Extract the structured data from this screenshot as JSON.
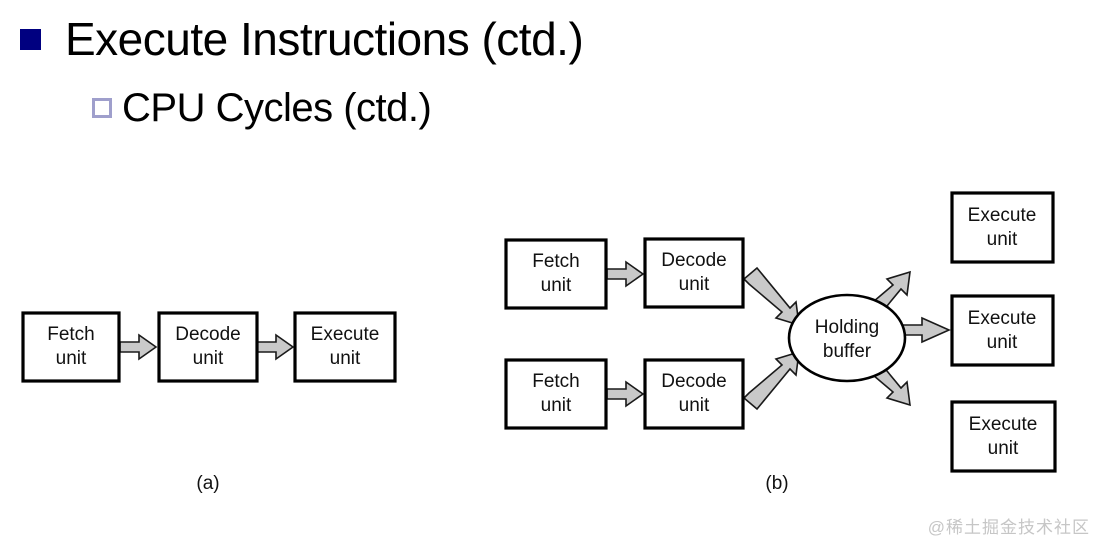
{
  "slide": {
    "title": "Execute Instructions (ctd.)",
    "subtitle": "CPU Cycles (ctd.)",
    "bullet_filled_color": "#000080",
    "bullet_hollow_color": "#9f9fcc",
    "background_color": "#ffffff"
  },
  "watermark": {
    "text": "@稀土掘金技术社区",
    "color": "#c6c6c6"
  },
  "figures": [
    {
      "id": "figure-a",
      "caption": "(a)",
      "nodes": [
        {
          "id": "a-fetch",
          "line1": "Fetch",
          "line2": "unit"
        },
        {
          "id": "a-decode",
          "line1": "Decode",
          "line2": "unit"
        },
        {
          "id": "a-execute",
          "line1": "Execute",
          "line2": "unit"
        }
      ]
    },
    {
      "id": "figure-b",
      "caption": "(b)",
      "nodes": [
        {
          "id": "b-fetch-top",
          "line1": "Fetch",
          "line2": "unit"
        },
        {
          "id": "b-decode-top",
          "line1": "Decode",
          "line2": "unit"
        },
        {
          "id": "b-fetch-bottom",
          "line1": "Fetch",
          "line2": "unit"
        },
        {
          "id": "b-decode-bottom",
          "line1": "Decode",
          "line2": "unit"
        },
        {
          "id": "b-holding",
          "line1": "Holding",
          "line2": "buffer"
        },
        {
          "id": "b-execute-top",
          "line1": "Execute",
          "line2": "unit"
        },
        {
          "id": "b-execute-middle",
          "line1": "Execute",
          "line2": "unit"
        },
        {
          "id": "b-execute-bottom",
          "line1": "Execute",
          "line2": "unit"
        }
      ]
    }
  ],
  "colors": {
    "arrow_fill": "#c9c9c9",
    "arrow_stroke": "#1a1a1a",
    "box_stroke": "#000000",
    "box_fill": "#ffffff"
  }
}
